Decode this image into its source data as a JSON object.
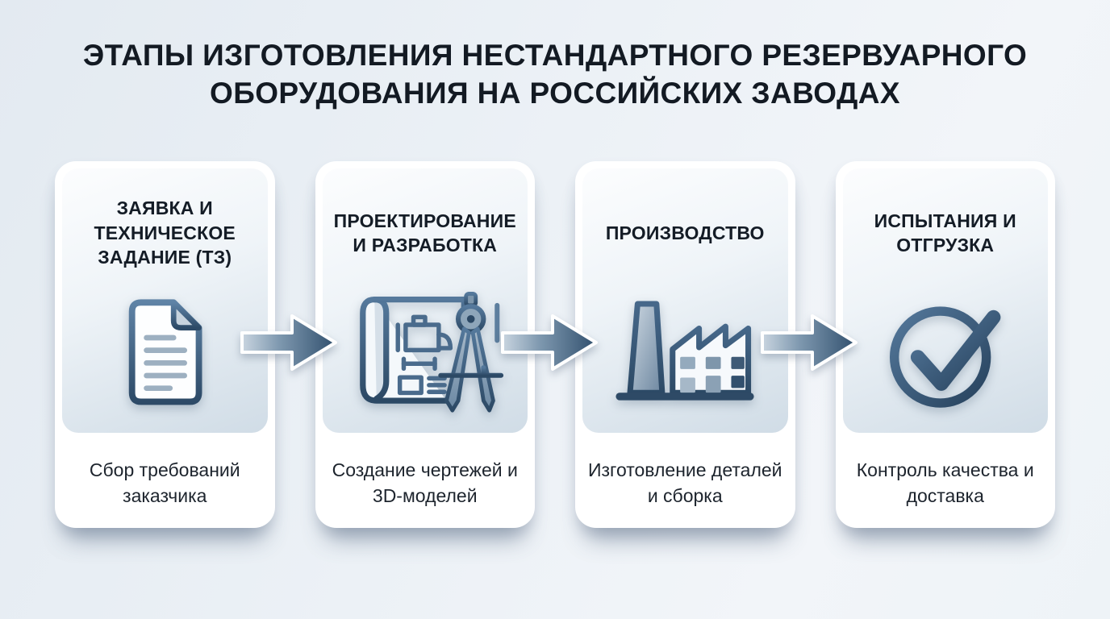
{
  "page": {
    "title": "ЭТАПЫ ИЗГОТОВЛЕНИЯ НЕСТАНДАРТНОГО РЕЗЕРВУАРНОГО ОБОРУДОВАНИЯ НА РОССИЙСКИХ ЗАВОДАХ"
  },
  "stages": [
    {
      "title": "ЗАЯВКА И ТЕХНИЧЕСКОЕ ЗАДАНИЕ (ТЗ)",
      "subtitle": "Сбор требований заказчика",
      "icon": "document-icon"
    },
    {
      "title": "ПРОЕКТИРОВАНИЕ И РАЗРАБОТКА",
      "subtitle": "Создание чертежей и 3D-моделей",
      "icon": "blueprint-compass-icon"
    },
    {
      "title": "ПРОИЗВОДСТВО",
      "subtitle": "Изготовление деталей и сборка",
      "icon": "factory-icon"
    },
    {
      "title": "ИСПЫТАНИЯ И ОТГРУЗКА",
      "subtitle": "Контроль качества и доставка",
      "icon": "check-circle-icon"
    }
  ],
  "colors": {
    "background": "#ecf1f6",
    "card_surface": "#ffffff",
    "panel_gradient_top": "#fcfdfe",
    "panel_gradient_bottom": "#d0dce6",
    "title_text": "#131a23",
    "icon_steel_dark": "#2d4a67",
    "icon_steel_light": "#5f83a6",
    "arrow_gradient_light": "#c9d5e0",
    "arrow_gradient_dark": "#31506e"
  }
}
